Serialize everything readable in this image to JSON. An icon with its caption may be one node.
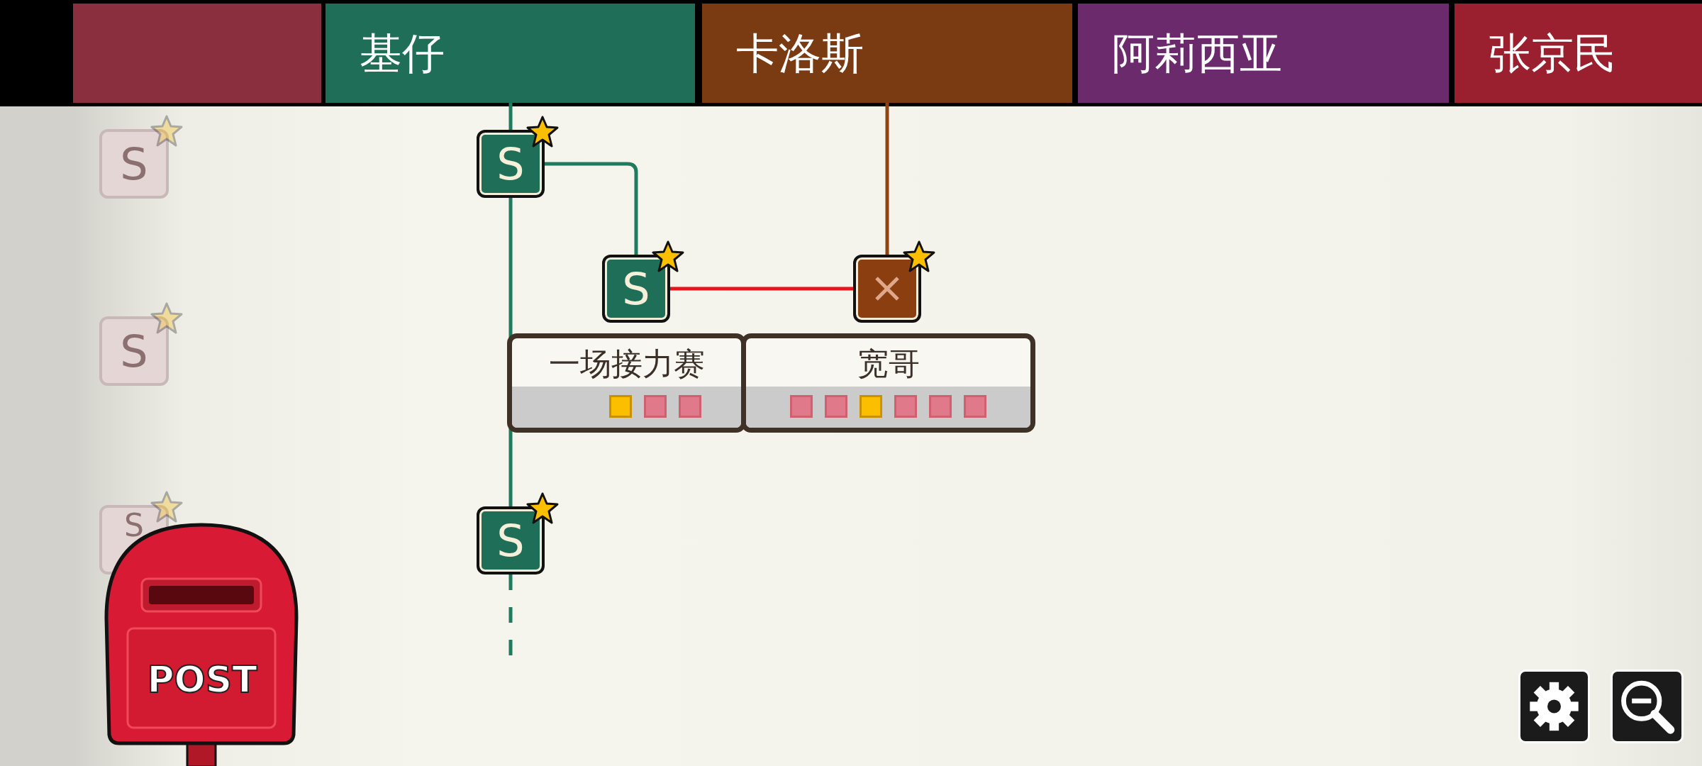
{
  "diagram": {
    "nodes": [
      {
        "text": [
          "基仔"
        ]
      },
      {
        "text": [
          "卡洛斯"
        ]
      },
      {
        "text": [
          "阿莉西亚"
        ]
      },
      {
        "text": [
          "张京民"
        ]
      },
      {
        "text": [
          "S"
        ]
      },
      {
        "text": [
          "S"
        ]
      },
      {
        "text": [],
        "shape": "box"
      },
      {
        "text": [
          "一场接力赛"
        ]
      },
      {
        "text": [
          "宽哥"
        ]
      },
      {
        "text": [
          "S"
        ]
      },
      {
        "text": [
          "S"
        ]
      },
      {
        "text": [
          "S"
        ]
      },
      {
        "text": [
          "S"
        ]
      },
      {
        "text": [],
        "shape": "box"
      }
    ],
    "edges": [
      {
        "from": 0,
        "to": 4,
        "arrow": "none"
      },
      {
        "from": 4,
        "to": 5,
        "arrow": "none"
      },
      {
        "from": 4,
        "to": 9,
        "arrow": "none"
      },
      {
        "from": 9,
        "to": null,
        "arrow": "none",
        "style": "dashed"
      },
      {
        "from": 1,
        "to": 6,
        "arrow": "none",
        "color": "#8b4513"
      },
      {
        "from": 5,
        "to": 6,
        "arrow": "none",
        "color": "#e8141b"
      }
    ],
    "labels": [
      "POST"
    ]
  }
}
